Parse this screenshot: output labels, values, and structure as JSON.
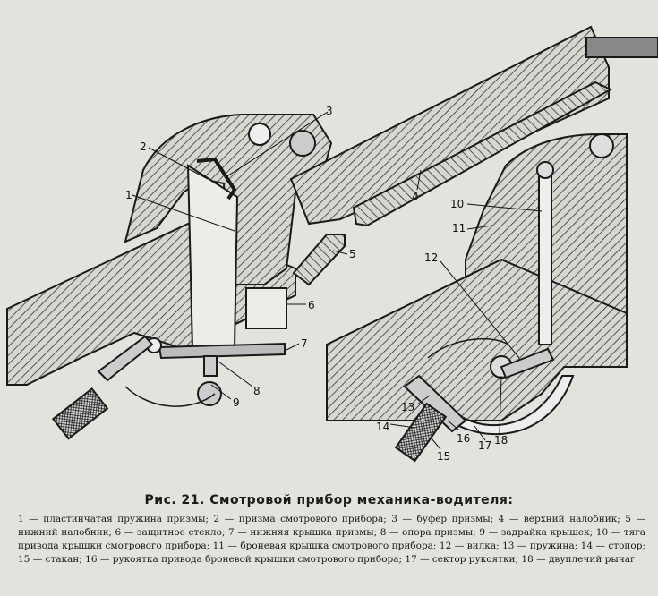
{
  "figure": {
    "callouts": [
      "1",
      "2",
      "3",
      "4",
      "5",
      "6",
      "7",
      "8",
      "9",
      "10",
      "11",
      "12",
      "13",
      "14",
      "15",
      "16",
      "17",
      "18"
    ]
  },
  "caption": {
    "title": "Рис. 21. Смотровой прибор механика-водителя:",
    "legend": "1 — пластинчатая пружина призмы; 2 — призма смотрового прибора; 3 — буфер призмы; 4 — верхний налобник; 5 — нижний налобник; 6 — защитное стекло; 7 — нижняя крышка призмы; 8 — опора призмы; 9 — задрайка крышек; 10 — тяга привода крышки смотрового прибора; 11 — броневая крышка смотрового прибора; 12 — вилка; 13 — пружина; 14 — стопор; 15 — стакан; 16 — рукоятка привода броневой крышки смотрового прибора; 17 — сектор рукоятки; 18 — двуплечий рычаг"
  }
}
